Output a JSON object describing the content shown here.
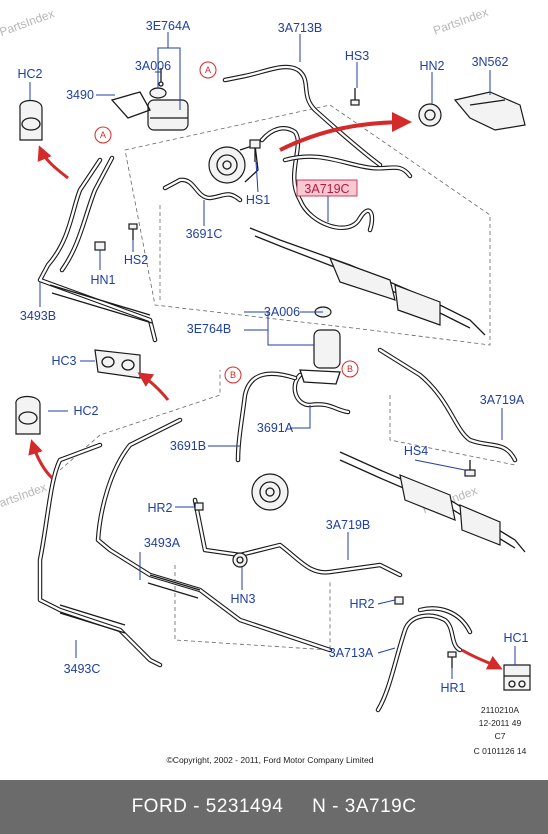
{
  "watermark": {
    "text": "PartsIndex"
  },
  "callouts": {
    "3E764A": "3E764A",
    "3A006_top": "3A006",
    "3490": "3490",
    "3A713B": "3A713B",
    "HS3": "HS3",
    "HN2": "HN2",
    "3N562": "3N562",
    "HC2_top": "HC2",
    "HS1": "HS1",
    "3A719C": "3A719C",
    "3691C": "3691C",
    "HS2": "HS2",
    "HN1": "HN1",
    "3493B": "3493B",
    "3A006_mid": "3A006",
    "3E764B": "3E764B",
    "HC3": "HC3",
    "HC2_mid": "HC2",
    "3691A": "3691A",
    "3691B": "3691B",
    "3A719A": "3A719A",
    "HS4": "HS4",
    "HR2_left": "HR2",
    "3493A": "3493A",
    "3A719B": "3A719B",
    "HN3": "HN3",
    "HR2_right": "HR2",
    "3493C": "3493C",
    "3A713A": "3A713A",
    "HC1": "HC1",
    "HR1": "HR1"
  },
  "circle_markers": {
    "a1": "A",
    "a2": "A",
    "b1": "B",
    "b2": "B"
  },
  "drawing_meta": {
    "line1": "2110210A",
    "line2": "12-2011 49",
    "line3": "C7",
    "line4": "C 0101126 14"
  },
  "copyright": "©Copyright, 2002 - 2011, Ford Motor Company Limited",
  "footer": {
    "text": "FORD - 5231494     N - 3A719C"
  },
  "colors": {
    "label": "#1f3fa3",
    "highlight": "#c0143c",
    "arrow": "#d42a2a",
    "footer_bg": "#6b6b6b"
  }
}
